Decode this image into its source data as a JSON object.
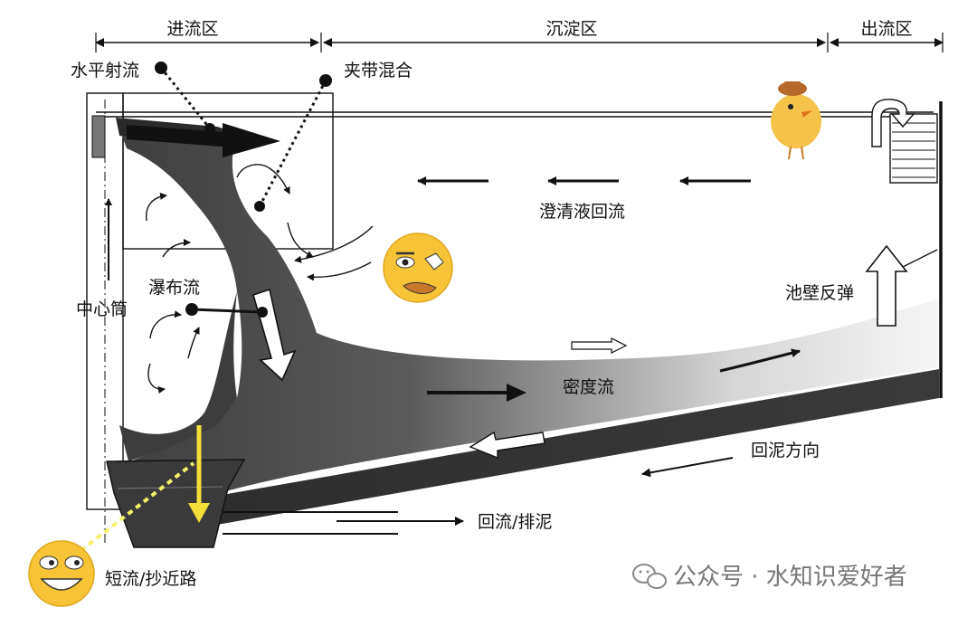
{
  "zones": {
    "inlet": "进流区",
    "settling": "沉淀区",
    "outlet": "出流区"
  },
  "labels": {
    "horizontal_jet": "水平射流",
    "entrainment_mixing": "夹带混合",
    "clarified_return": "澄清液回流",
    "center_well": "中心筒",
    "waterfall_flow": "瀑布流",
    "wall_rebound": "池壁反弹",
    "density_current": "密度流",
    "sludge_return_direction": "回泥方向",
    "return_discharge": "回流/排泥",
    "short_circuit": "短流/抄近路"
  },
  "watermark": {
    "icon": "wechat-icon",
    "text": "公众号 · 水知识爱好者"
  },
  "colors": {
    "flow_dark": "#444444",
    "flow_light": "#f2f2f2",
    "short_circuit_line": "#f5ef6a",
    "down_arrow": "#f3df3a",
    "emoji": "#f6c436",
    "chick": "#f5c24a"
  }
}
